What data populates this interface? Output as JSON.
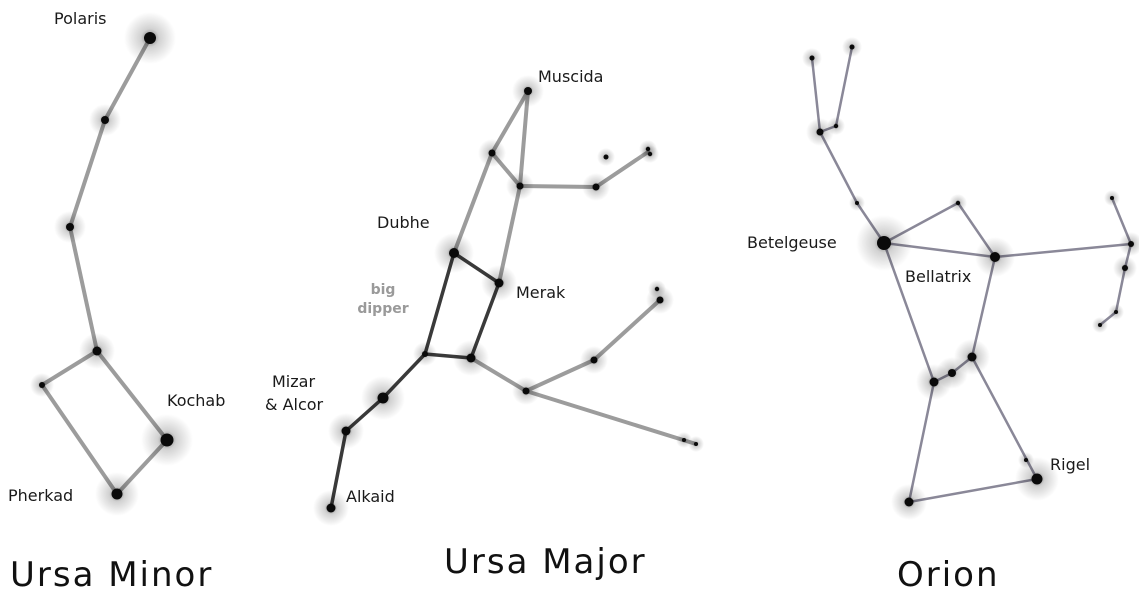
{
  "colors": {
    "background": "#ffffff",
    "ursa_minor_line": "#9c9c9c",
    "ursa_major_line": "#9c9c9c",
    "big_dipper_line": "#3a3a3a",
    "orion_line": "#8a8898",
    "star_core": "#0a0a0a",
    "label_text": "#1a1a1a",
    "note_text": "#9a9a9a"
  },
  "constellations": [
    {
      "id": "ursa-minor",
      "title": "Ursa Minor",
      "labels": {
        "polaris": "Polaris",
        "kochab": "Kochab",
        "pherkad": "Pherkad"
      }
    },
    {
      "id": "ursa-major",
      "title": "Ursa Major",
      "labels": {
        "muscida": "Muscida",
        "dubhe": "Dubhe",
        "merak": "Merak",
        "mizar_alcor_line1": "Mizar",
        "mizar_alcor_line2": "& Alcor",
        "alkaid": "Alkaid"
      },
      "note": {
        "line1": "big",
        "line2": "dipper"
      }
    },
    {
      "id": "orion",
      "title": "Orion",
      "labels": {
        "betelgeuse": "Betelgeuse",
        "bellatrix": "Bellatrix",
        "rigel": "Rigel"
      }
    }
  ]
}
